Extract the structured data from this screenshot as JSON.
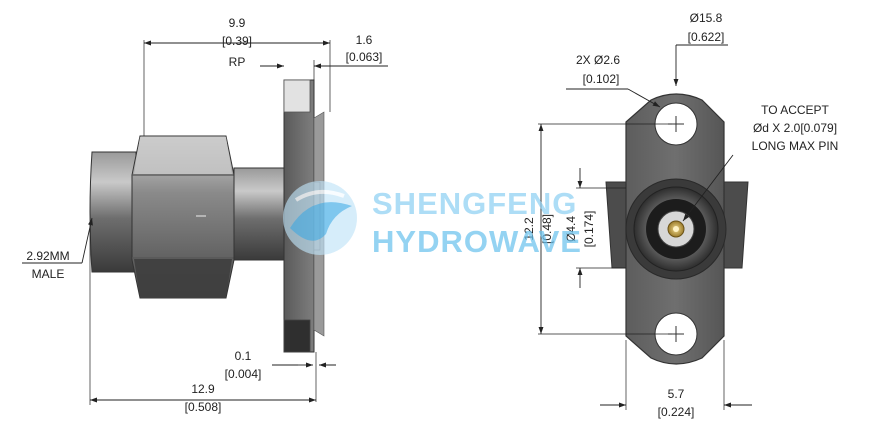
{
  "dims": {
    "rp_len": "9.9",
    "rp_len_in": "[0.39]",
    "rp": "RP",
    "flange_t": "1.6",
    "flange_t_in": "[0.063]",
    "gap": "0.1",
    "gap_in": "[0.004]",
    "overall": "12.9",
    "overall_in": "[0.508]",
    "male_l1": "2.92MM",
    "male_l2": "MALE",
    "hole": "2X  Ø2.6",
    "hole_in": "[0.102]",
    "flange_od": "Ø15.8",
    "flange_od_in": "[0.622]",
    "pin_l1": "TO ACCEPT",
    "pin_l2": "Ød X 2.0[0.079]",
    "pin_l3": "LONG MAX PIN",
    "h_span": "12.2",
    "h_span_in": "[0.48]",
    "body_d": "Ø4.4",
    "body_d_in": "[0.174]",
    "width": "5.7",
    "width_in": "[0.224]"
  },
  "watermark": {
    "line1": "SHENGFENG",
    "line2": "HYDROWAVE"
  },
  "colors": {
    "metal_dark": "#4a4a4a",
    "metal_light": "#b8b8b8",
    "watermark": "#6cc2ee",
    "pin_gold": "#c9a74a"
  }
}
